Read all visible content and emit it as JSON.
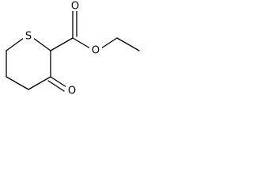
{
  "structure": {
    "atoms": {
      "sulfur": "S",
      "ester_oxygen": "O",
      "carbonyl_oxygen_ester": "O",
      "ketone_oxygen": "O"
    },
    "line_color": "#000000",
    "background_color": "#ffffff"
  }
}
